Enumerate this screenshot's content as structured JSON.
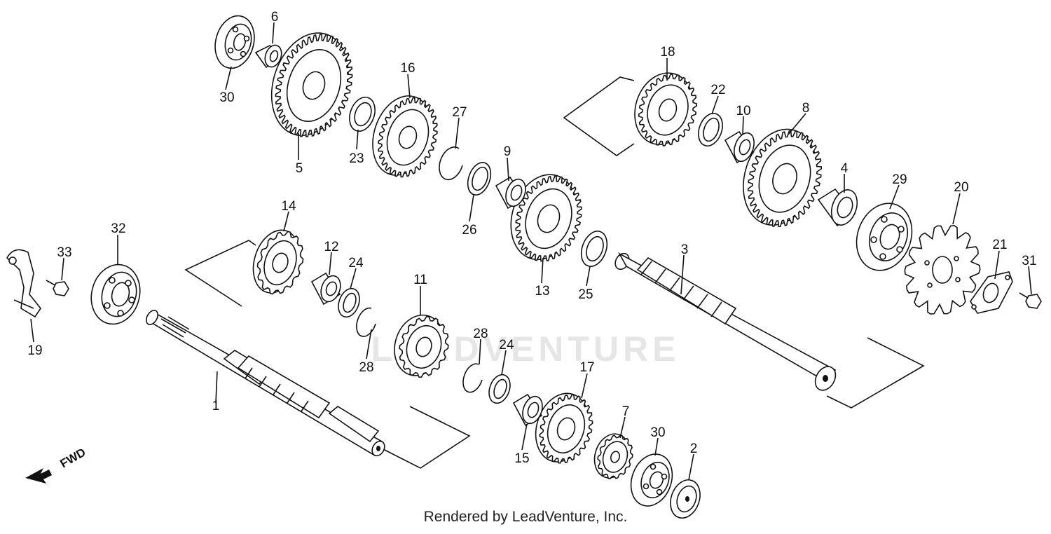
{
  "diagram": {
    "part_labels": [
      "1",
      "2",
      "3",
      "4",
      "5",
      "6",
      "7",
      "8",
      "9",
      "10",
      "11",
      "12",
      "13",
      "14",
      "15",
      "16",
      "17",
      "18",
      "19",
      "20",
      "21",
      "22",
      "23",
      "24",
      "24",
      "25",
      "26",
      "27",
      "28",
      "28",
      "29",
      "30",
      "30",
      "31",
      "32",
      "33"
    ],
    "watermark": "LEADVENTURE",
    "direction_label": "FWD",
    "credit": "Rendered by LeadVenture, Inc."
  },
  "colors": {
    "ink": "#111111",
    "background": "#ffffff",
    "watermark": "#e6e6e6"
  }
}
